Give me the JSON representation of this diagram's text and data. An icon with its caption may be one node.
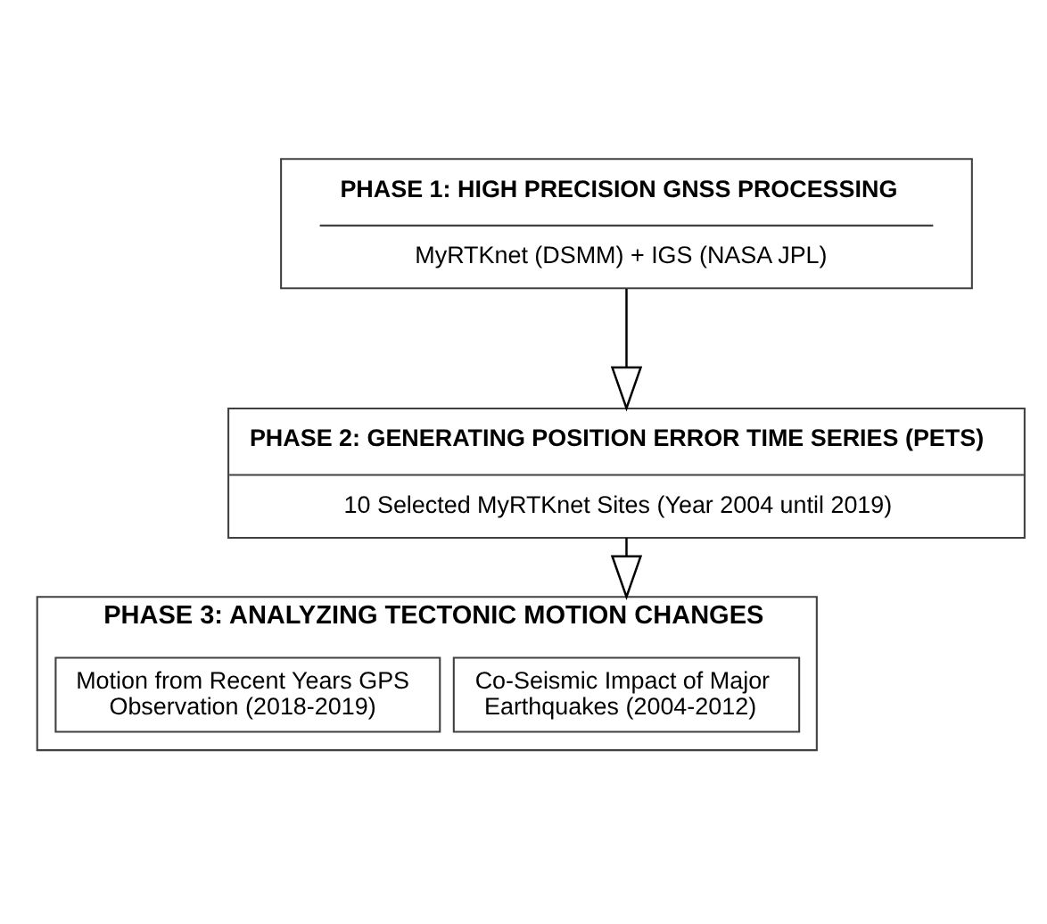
{
  "diagram": {
    "nodes": [
      {
        "text": [
          "PHASE 1: HIGH PRECISION GNSS PROCESSING",
          "MyRTKnet (DSMM) + IGS (NASA JPL)"
        ]
      },
      {
        "text": [
          "PHASE 2: GENERATING POSITION ERROR TIME SERIES (PETS)",
          "10 Selected MyRTKnet Sites (Year 2004 until 2019)"
        ]
      },
      {
        "text": [
          "PHASE 3: ANALYZING TECTONIC MOTION CHANGES"
        ]
      },
      {
        "text": [
          "Co-Seismic Impact of Major Earthquakes (2004-2012)"
        ],
        "in": 2
      },
      {
        "text": [
          "Motion from Recent Years GPS Observation (2018-2019)"
        ],
        "in": 2
      }
    ],
    "edges": [
      {
        "from": 0,
        "to": 1,
        "arrow": "to"
      },
      {
        "from": 1,
        "to": 2,
        "arrow": "to"
      }
    ]
  }
}
